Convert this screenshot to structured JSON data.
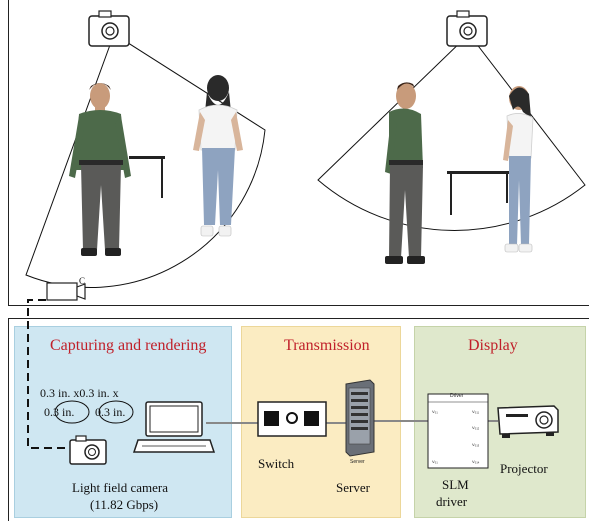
{
  "panels": {
    "capture": {
      "title": "Capturing and rendering",
      "color": "#cfe7f2"
    },
    "transmission": {
      "title": "Transmission",
      "color": "#fbecc2"
    },
    "display": {
      "title": "Display",
      "color": "#dfe8cc"
    }
  },
  "small_camera_letter": "C",
  "overlay_text": {
    "line1": "0.3 in. x0.3 in. x",
    "line2": "0.3 in.",
    "line3": "0.3 in."
  },
  "labels": {
    "light_field_camera": "Light field camera",
    "bandwidth": "(11.82 Gbps)",
    "switch": "Switch",
    "server": "Server",
    "server_tag": "Server",
    "projector": "Projector",
    "slm_line1": "SLM",
    "slm_line2": "driver"
  },
  "driver_chip": {
    "title": "Driver",
    "pins_left": [
      "V₀₁",
      "V₀₁"
    ],
    "pins_right": [
      "V₀₁₁",
      "V₀₁₂",
      "V₀₁₃",
      "V₀₁₄"
    ]
  },
  "icons": [
    "camera-icon",
    "laptop-icon",
    "switch-icon",
    "server-icon",
    "projector-icon",
    "person-figure-icon"
  ]
}
